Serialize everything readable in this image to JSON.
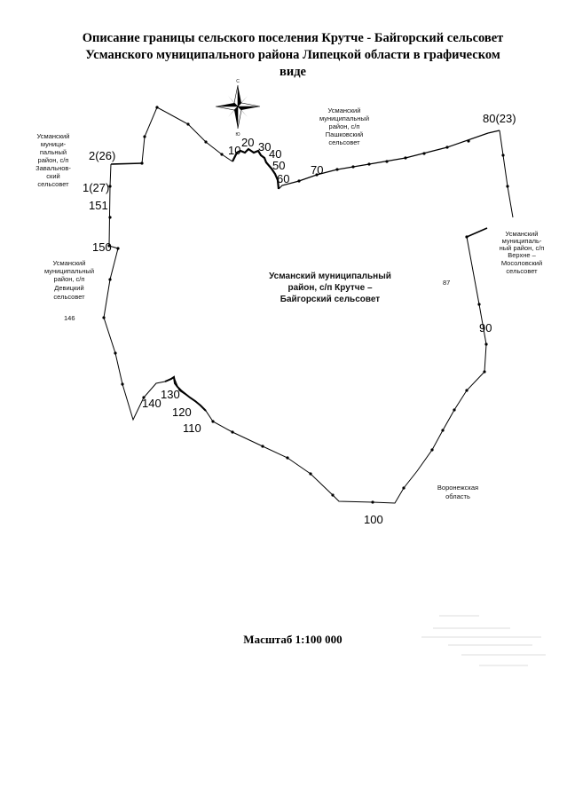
{
  "title": {
    "line1": "Описание границы сельского поселения Крутче - Байгорский сельсовет",
    "line2": "Усманского муниципального района Липецкой области в графическом",
    "line3": "виде"
  },
  "compass": {
    "north": "С",
    "south": "Ю"
  },
  "center_label": [
    "Усманский муниципальный",
    "район, с/п Крутче –",
    "Байгорский сельсовет"
  ],
  "neighbors": {
    "top": [
      "Усманский",
      "муниципальный",
      "район, с/п",
      "Пашковский",
      "сельсовет"
    ],
    "left_top": [
      "Усманский",
      "муници-",
      "пальный",
      "район, с/п",
      "Завальнов-",
      "ский",
      "сельсовет"
    ],
    "left_mid": [
      "Усманский",
      "муниципальный",
      "район, с/п",
      "Девицкий",
      "сельсовет"
    ],
    "right": [
      "Усманский",
      "муниципаль-",
      "ный район, с/п",
      "Верхне –",
      "Мосоловский",
      "сельсовет"
    ],
    "bottom_right": [
      "Воронежская",
      "область"
    ]
  },
  "parcel_numbers": {
    "left": "146",
    "right": "87"
  },
  "point_labels": {
    "p2_26": "2(26)",
    "p1_27": "1(27)",
    "p151": "151",
    "p150": "150",
    "p10": "10",
    "p20": "20",
    "p30": "30",
    "p40": "40",
    "p50": "50",
    "p60": "60",
    "p70": "70",
    "p80_23": "80(23)",
    "p90": "90",
    "p100": "100",
    "p110": "110",
    "p120": "120",
    "p130": "130",
    "p140": "140"
  },
  "scale": "Масштаб 1:100 000"
}
